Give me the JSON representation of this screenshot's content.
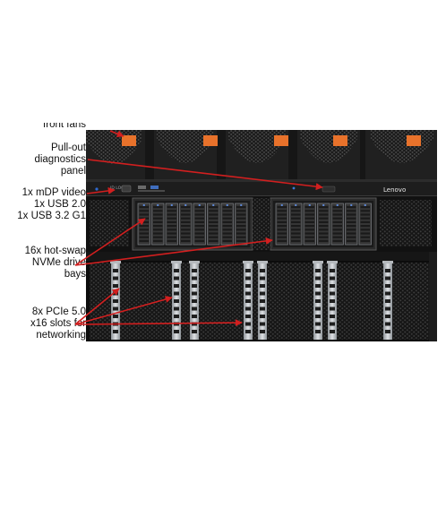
{
  "labels": {
    "top_partial": "front fans",
    "diagnostics": [
      "Pull-out",
      "diagnostics",
      "panel"
    ],
    "ports": [
      "1x mDP video",
      "1x USB 2.0",
      "1x USB 3.2 G1"
    ],
    "drives": [
      "16x hot-swap",
      "NVMe drive",
      "bays"
    ],
    "pcie": [
      "8x PCIe 5.0",
      "x16 slots for",
      "networking"
    ]
  },
  "server": {
    "brand": "Lenovo",
    "port_tag": "ID LOC"
  },
  "colors": {
    "arrow": "#d21f1f",
    "chassis": "#121212",
    "mesh": "#2a2a2a",
    "fan_tab": "#e8722b",
    "bezel_silver": "#c9cdd1"
  }
}
